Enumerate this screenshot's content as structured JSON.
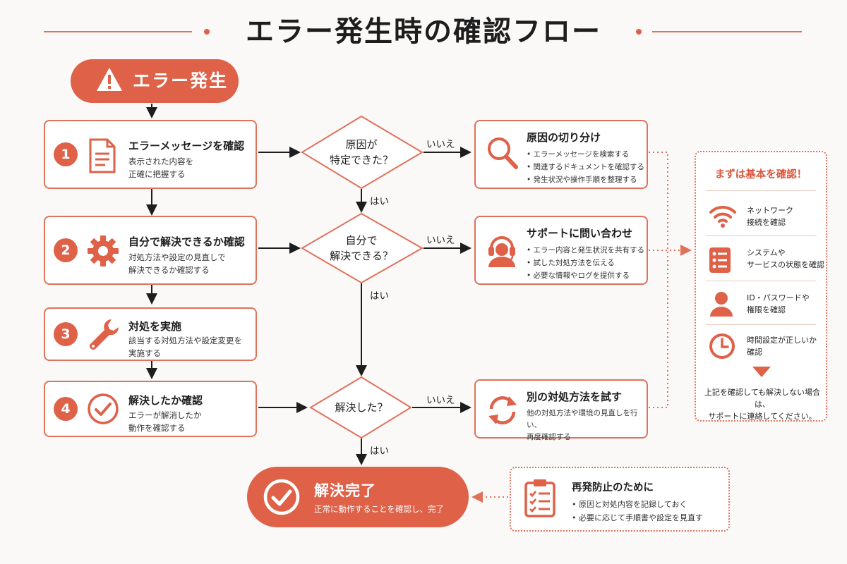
{
  "title": "エラー発生時の確認フロー",
  "start": {
    "label": "エラー発生",
    "icon": "warning-icon"
  },
  "steps": [
    {
      "number": "1",
      "title": "エラーメッセージを確認",
      "desc": "表示された内容を\n正確に把握する",
      "icon": "document-icon"
    },
    {
      "number": "2",
      "title": "自分で解決できるか確認",
      "desc": "対処方法や設定の見直しで\n解決できるか確認する",
      "icon": "gear-icon"
    },
    {
      "number": "3",
      "title": "対処を実施",
      "desc": "該当する対処方法や設定変更を\n実施する",
      "icon": "wrench-icon"
    },
    {
      "number": "4",
      "title": "解決したか確認",
      "desc": "エラーが解消したか\n動作を確認する",
      "icon": "check-circle-icon"
    }
  ],
  "decisions": [
    {
      "text": "原因が\n特定できた？"
    },
    {
      "text": "自分で\n解決できる？"
    },
    {
      "text": "解決した？"
    }
  ],
  "branch_labels": {
    "no": "いいえ",
    "yes": "はい"
  },
  "right_boxes": [
    {
      "title": "原因の切り分け",
      "icon": "search-icon",
      "items": [
        "エラーメッセージを検索する",
        "関連するドキュメントを確認する",
        "発生状況や操作手順を整理する"
      ]
    },
    {
      "title": "サポートに問い合わせ",
      "icon": "support-headset-icon",
      "items": [
        "エラー内容と発生状況を共有する",
        "試した対処方法を伝える",
        "必要な情報やログを提供する"
      ]
    },
    {
      "title": "別の対処方法を試す",
      "icon": "refresh-icon",
      "desc": "他の対処方法や環境の見直しを行い、\n再度確認する"
    }
  ],
  "basic_check": {
    "title": "まずは基本を確認！",
    "items": [
      {
        "icon": "wifi-icon",
        "text": "ネットワーク\n接続を確認"
      },
      {
        "icon": "server-list-icon",
        "text": "システムや\nサービスの状態を確認"
      },
      {
        "icon": "user-icon",
        "text": "ID・パスワードや\n権限を確認"
      },
      {
        "icon": "clock-icon",
        "text": "時間設定が正しいか\n確認"
      }
    ],
    "note": "上記を確認しても解決しない場合は、\nサポートに連絡してください。"
  },
  "done": {
    "title": "解決完了",
    "sub": "正常に動作することを確認し、完了",
    "icon": "check-circle-icon"
  },
  "prevent": {
    "title": "再発防止のために",
    "icon": "clipboard-checklist-icon",
    "items": [
      "原因と対処内容を記録しておく",
      "必要に応じて手順書や設定を見直す"
    ]
  },
  "colors": {
    "accent": "#de6148",
    "border": "#e0715a",
    "background": "#fbf9f8"
  }
}
